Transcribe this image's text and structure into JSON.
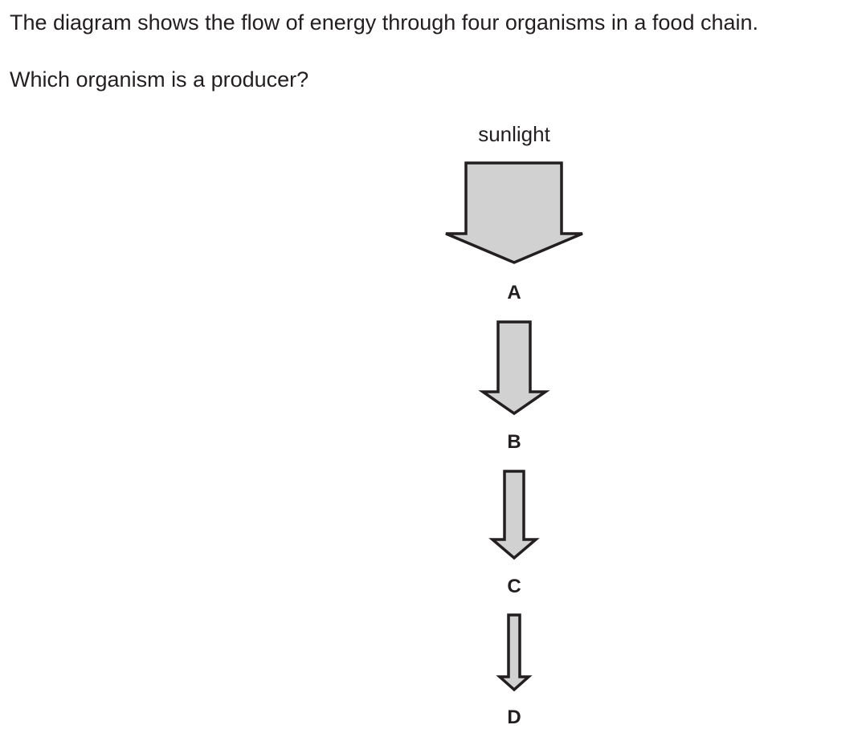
{
  "question": {
    "intro": "The diagram shows the flow of energy through four organisms in a food chain.",
    "prompt": "Which organism is a producer?"
  },
  "diagram": {
    "source_label": "sunlight",
    "organisms": [
      "A",
      "B",
      "C",
      "D"
    ],
    "arrow_fill": "#d1d1d1",
    "arrow_stroke": "#231f20"
  }
}
